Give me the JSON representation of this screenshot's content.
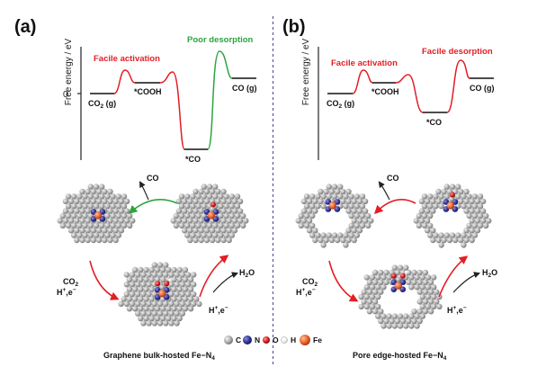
{
  "panels": [
    {
      "tag": "(a)",
      "ylabel": "Free energy / eV",
      "states": [
        "CO",
        "2",
        " (g)",
        "*COOH",
        "*CO",
        "CO (g)"
      ],
      "barrier1_label": "Facile activation",
      "barrier2_label": "Poor desorption",
      "mol_top": "CO",
      "reactants": [
        "CO",
        "2",
        "H",
        "+",
        ",e",
        "−"
      ],
      "proton": [
        "H",
        "+",
        ",e",
        "−"
      ],
      "product": [
        "H",
        "2",
        "O"
      ],
      "caption": [
        "Graphene bulk-hosted Fe−N",
        "4"
      ]
    },
    {
      "tag": "(b)",
      "ylabel": "Free energy / eV",
      "states": [
        "CO",
        "2",
        " (g)",
        "*COOH",
        "*CO",
        "CO (g)"
      ],
      "barrier1_label": "Facile activation",
      "barrier2_label": "Facile desorption",
      "mol_top": "CO",
      "reactants": [
        "CO",
        "2",
        "H",
        "+",
        ",e",
        "−"
      ],
      "proton": [
        "H",
        "+",
        ",e",
        "−"
      ],
      "product": [
        "H",
        "2",
        "O"
      ],
      "caption": [
        "Pore edge-hosted Fe−N",
        "4"
      ]
    }
  ],
  "legend": [
    {
      "symbol": "C",
      "color": "#a9a9a9"
    },
    {
      "symbol": "N",
      "color": "#2e3192"
    },
    {
      "symbol": "O",
      "color": "#d7191c"
    },
    {
      "symbol": "H",
      "color": "#f2f2f2"
    },
    {
      "symbol": "Fe",
      "color": "#e8612c"
    }
  ],
  "colors": {
    "red": "#e31e24",
    "green": "#2ca53e",
    "divider": "#6a4fa0",
    "carbon": "#a9a9a9"
  }
}
